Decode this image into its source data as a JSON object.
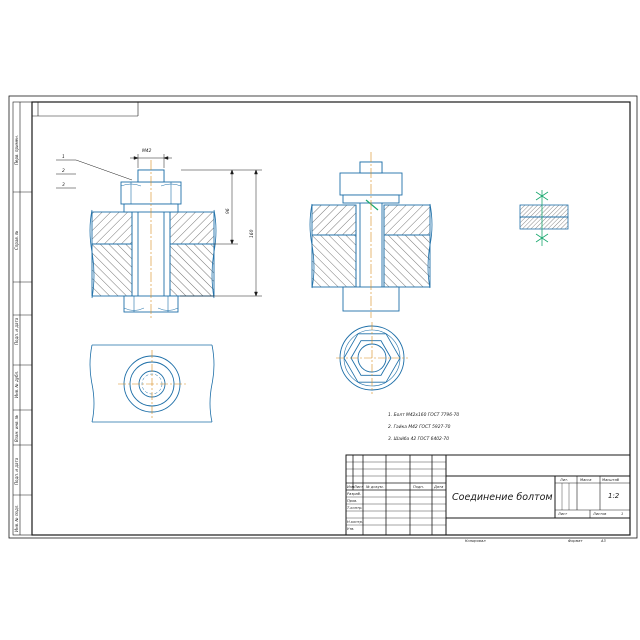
{
  "drawing": {
    "title": "Соединение болтом",
    "scale": "1:2",
    "sheet_format": "A3",
    "copied_label": "Копировал",
    "format_label": "Формат"
  },
  "dimensions": {
    "thread": "M42",
    "nut_height": "96",
    "bolt_length": "160"
  },
  "leaders": [
    "1",
    "2",
    "3"
  ],
  "parts_list": [
    "1. Болт М42х160 ГОСТ 7796-70",
    "2. Гайка М42 ГОСТ 5927-70",
    "3. Шайба 42 ГОСТ 6402-70"
  ],
  "title_block": {
    "col_labels": [
      "Изм",
      "Лист",
      "№ докум.",
      "Подп.",
      "Дата"
    ],
    "row_labels": [
      "Разраб.",
      "Пров.",
      "Т.контр.",
      "Н.контр.",
      "Утв."
    ],
    "lit_label": "Лит.",
    "mass_label": "Масса",
    "scale_label": "Масштаб",
    "sheet_label": "Лист",
    "sheets_label": "Листов",
    "sheets_count": "1"
  },
  "left_strip": [
    "Перв. примен.",
    "Справ. №",
    "Подп. и дата",
    "Инв. № дубл.",
    "Взам. инв. №",
    "Подп. и дата",
    "Инв. № подл."
  ],
  "colors": {
    "outline": "#1e6fa8",
    "hatch": "#1a1a1a",
    "axis": "#d88a1a",
    "weld": "#1aa86f",
    "frame": "#1a1a1a"
  }
}
